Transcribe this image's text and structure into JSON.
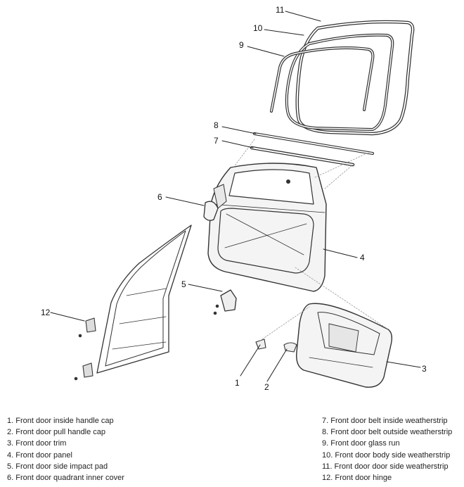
{
  "callouts": [
    "1",
    "2",
    "3",
    "4",
    "5",
    "6",
    "7",
    "8",
    "9",
    "10",
    "11",
    "12"
  ],
  "legend": {
    "left": [
      "1. Front door inside handle cap",
      "2. Front door pull handle cap",
      "3. Front door trim",
      "4. Front door panel",
      "5. Front door side impact pad",
      "6. Front door quadrant inner cover"
    ],
    "right": [
      "7. Front door belt inside weatherstrip",
      "8. Front door belt outside weatherstrip",
      "9. Front door glass run",
      "10. Front door body side weatherstrip",
      "11. Front door door side weatherstrip",
      "12. Front door hinge"
    ]
  },
  "colors": {
    "line": "#333333",
    "fill": "#f4f4f4",
    "shade": "#dcdcdc",
    "leader": "#222222"
  }
}
